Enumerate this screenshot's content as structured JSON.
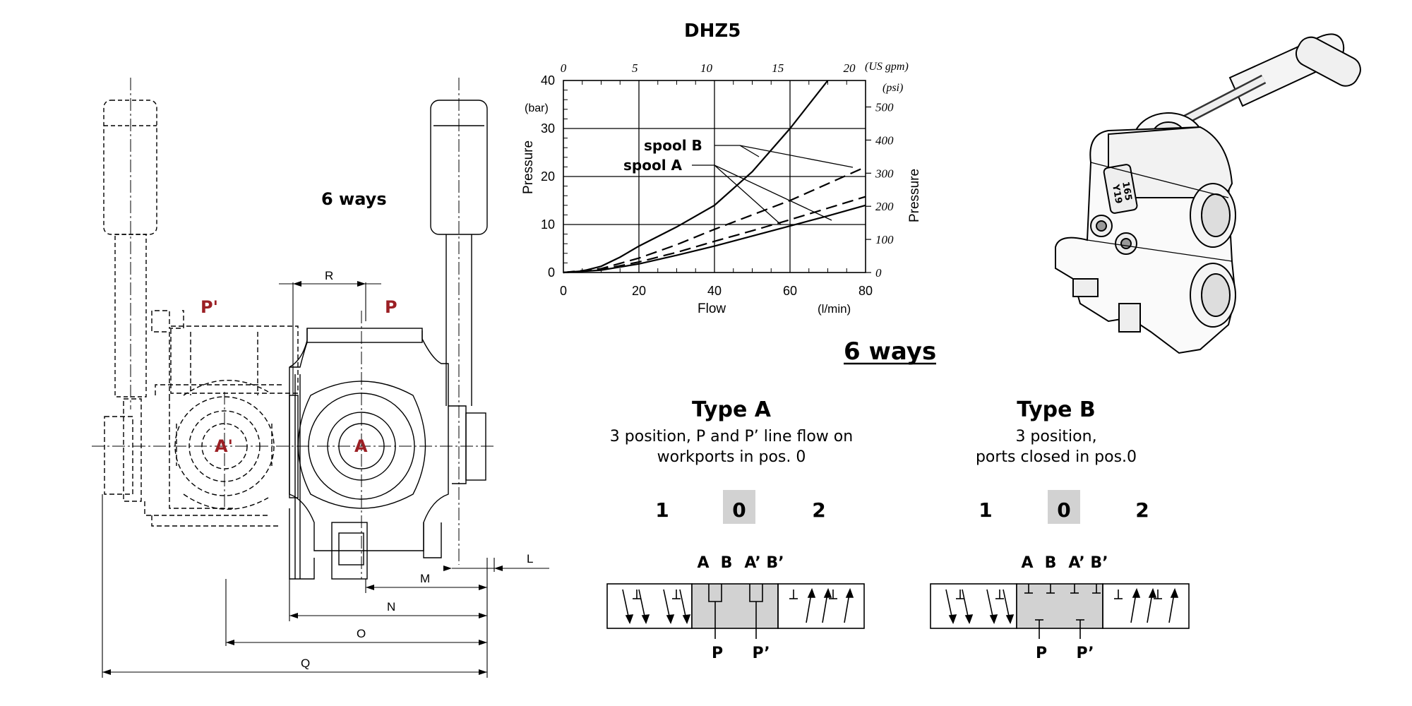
{
  "left_drawing": {
    "title": "6 ways",
    "port_p_prime": "P'",
    "port_p": "P",
    "port_a_prime": "A'",
    "port_a": "A",
    "dims": {
      "r": "R",
      "l": "L",
      "m": "M",
      "n": "N",
      "o": "O",
      "q": "Q"
    }
  },
  "chart": {
    "title": "DHZ5",
    "colors": {
      "curve": "#000000",
      "grid": "#000000"
    },
    "chart_data": {
      "type": "line",
      "title": "DHZ5",
      "xlabel": "Flow",
      "x_unit": "(l/min)",
      "ylabel": "Pressure",
      "y_unit": "(bar)",
      "y2label": "Pressure",
      "y2_unit": "(psi)",
      "x2_unit": "(US gpm)",
      "xlim": [
        0,
        80
      ],
      "ylim": [
        0,
        40
      ],
      "x_ticks": [
        "0",
        "20",
        "40",
        "60",
        "80"
      ],
      "y_ticks": [
        "0",
        "10",
        "20",
        "30",
        "40"
      ],
      "x2_ticks": [
        "0",
        "5",
        "10",
        "15",
        "20"
      ],
      "y2_ticks": [
        "0",
        "100",
        "200",
        "300",
        "400",
        "500"
      ],
      "grid": true,
      "annotations": [
        "spool B",
        "spool A"
      ],
      "series": [
        {
          "style": "solid",
          "x": [
            0,
            5,
            10,
            15,
            20,
            30,
            40,
            50,
            60,
            70
          ],
          "y": [
            0,
            0.3,
            1.3,
            3.2,
            5.5,
            9.5,
            14,
            21,
            30,
            40
          ]
        },
        {
          "style": "dashed",
          "x": [
            0,
            10,
            20,
            30,
            40,
            50,
            60,
            70,
            80
          ],
          "y": [
            0,
            0.8,
            3,
            5.8,
            9,
            12,
            15,
            18.5,
            22
          ]
        },
        {
          "style": "dashed",
          "x": [
            0,
            10,
            20,
            30,
            40,
            50,
            60,
            70,
            80
          ],
          "y": [
            0,
            0.6,
            2.2,
            4.2,
            6.5,
            8.7,
            11,
            13.4,
            15.8
          ]
        },
        {
          "style": "solid",
          "x": [
            0,
            10,
            20,
            30,
            40,
            50,
            60,
            70,
            80
          ],
          "y": [
            0,
            0.5,
            1.8,
            3.6,
            5.5,
            7.6,
            9.7,
            11.8,
            14
          ]
        }
      ]
    }
  },
  "section_title": "6 ways",
  "type_a": {
    "title": "Type A",
    "desc_line1": "3 position, P and P’ line flow on",
    "desc_line2": "workports in pos. 0",
    "pos_left": "1",
    "pos_mid": "0",
    "pos_right": "2",
    "top_ports": [
      "A",
      "B",
      "A’",
      "B’"
    ],
    "bottom_ports": [
      "P",
      "P’"
    ]
  },
  "type_b": {
    "title": "Type B",
    "desc_line1": "3 position,",
    "desc_line2": "ports closed in pos.0",
    "pos_left": "1",
    "pos_mid": "0",
    "pos_right": "2",
    "top_ports": [
      "A",
      "B",
      "A’",
      "B’"
    ],
    "bottom_ports": [
      "P",
      "P’"
    ]
  },
  "valve_image": {
    "label_line1": "165",
    "label_line2": "Y19"
  }
}
